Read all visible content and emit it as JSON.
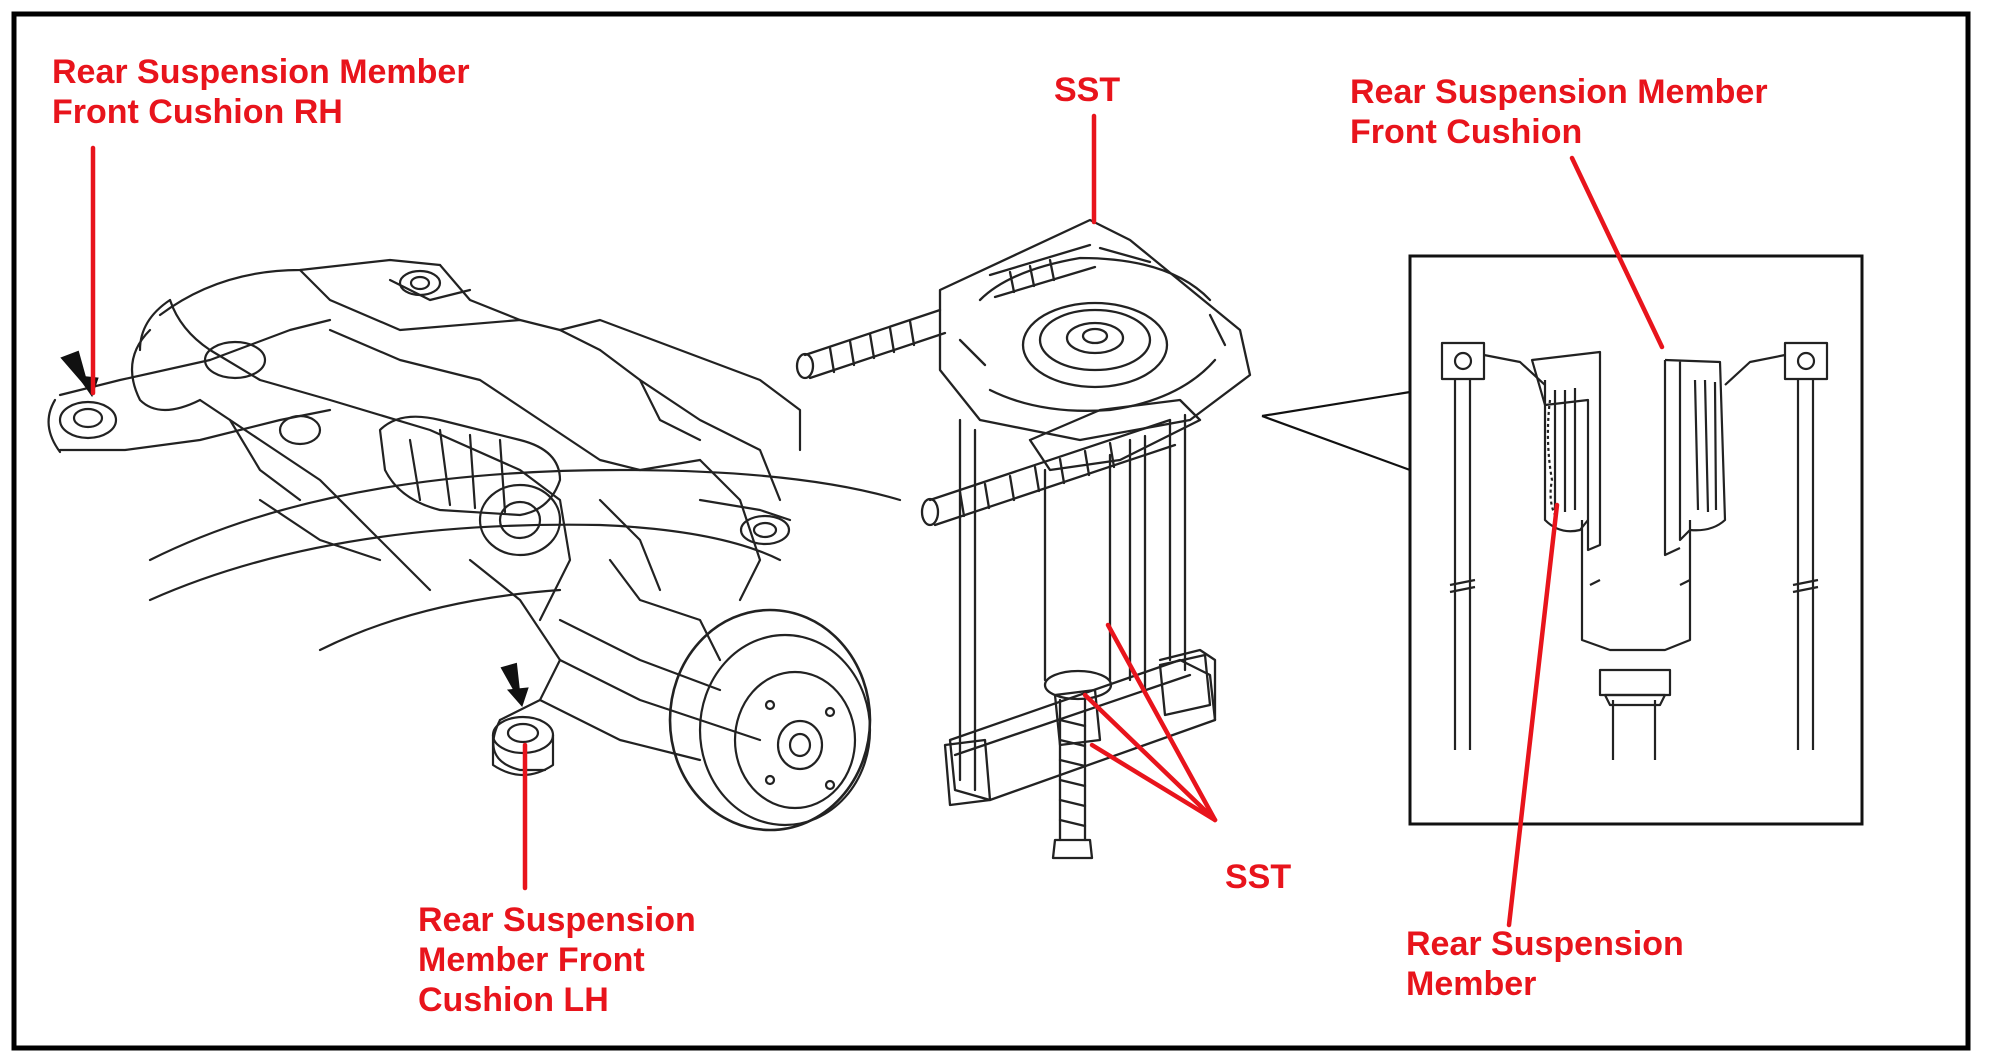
{
  "colors": {
    "label": "#e8141c",
    "line_art": "#222222",
    "frame": "#000000",
    "arrow": "#111111"
  },
  "labels": {
    "cushion_rh": "Rear Suspension Member\nFront Cushion RH",
    "cushion_lh": "Rear Suspension\nMember Front\nCushion LH",
    "sst_top": "SST",
    "sst_bottom": "SST",
    "front_cushion": "Rear Suspension Member\nFront Cushion",
    "member": "Rear Suspension\nMember"
  },
  "icons": {
    "direction_arrow": "arrow-down-icon"
  }
}
